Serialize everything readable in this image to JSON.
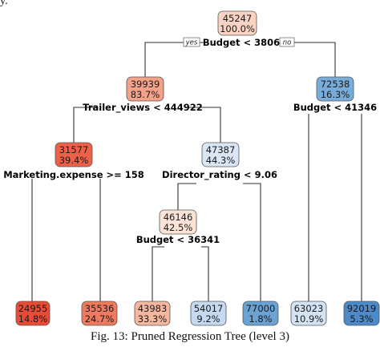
{
  "corner_text": "y.",
  "caption": "Fig. 13: Pruned Regression Tree (level 3)",
  "branch_tags": {
    "yes": "yes",
    "no": "no"
  },
  "nodes": {
    "root": {
      "value": "45247",
      "percent": "100.0%",
      "fill": "#fbd3c2",
      "split": "Budget < 38068"
    },
    "n_left": {
      "value": "39939",
      "percent": "83.7%",
      "fill": "#f4a189",
      "split": "Trailer_views < 444922"
    },
    "n_right": {
      "value": "72538",
      "percent": "16.3%",
      "fill": "#78acd9",
      "split": "Budget < 41346"
    },
    "n_ll": {
      "value": "31577",
      "percent": "39.4%",
      "fill": "#ee6047",
      "split": "Marketing.expense >= 158"
    },
    "n_lr": {
      "value": "47387",
      "percent": "44.3%",
      "fill": "#d9e6f5",
      "split": "Director_rating < 9.06"
    },
    "n_lrl": {
      "value": "46146",
      "percent": "42.5%",
      "fill": "#fde3d6",
      "split": "Budget < 36341"
    },
    "leaf_1": {
      "value": "24955",
      "percent": "14.8%",
      "fill": "#ea4b34"
    },
    "leaf_2": {
      "value": "35536",
      "percent": "24.7%",
      "fill": "#f07a5e"
    },
    "leaf_3": {
      "value": "43983",
      "percent": "33.3%",
      "fill": "#f6b79e"
    },
    "leaf_4": {
      "value": "54017",
      "percent": "9.2%",
      "fill": "#c5daf0"
    },
    "leaf_5": {
      "value": "77000",
      "percent": "1.8%",
      "fill": "#6aa2d4"
    },
    "leaf_6": {
      "value": "63023",
      "percent": "10.9%",
      "fill": "#d3e3f3"
    },
    "leaf_7": {
      "value": "92019",
      "percent": "5.3%",
      "fill": "#4c8ac9"
    }
  }
}
